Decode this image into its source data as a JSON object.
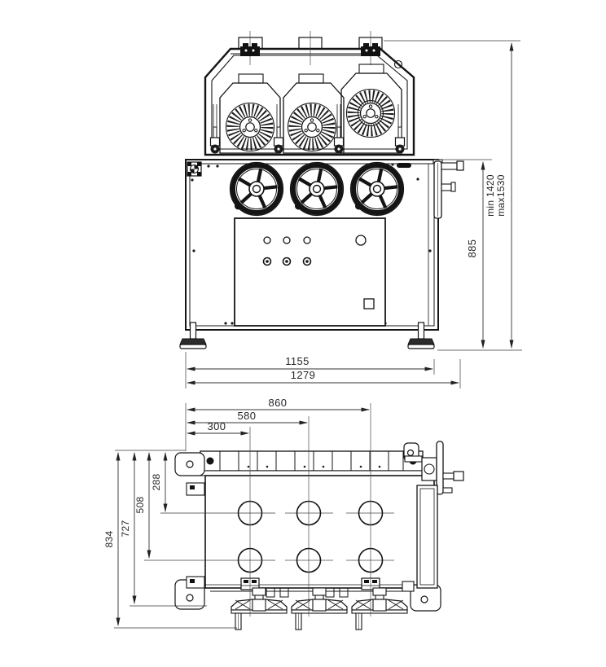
{
  "colors": {
    "line": "#141414",
    "dimension": "#333333",
    "text": "#26262b",
    "background": "#ffffff"
  },
  "front_view": {
    "dimensions": {
      "width_inner": "1155",
      "width_overall": "1279",
      "height_frame": "885",
      "height_min": "min 1420",
      "height_max": "max1530"
    }
  },
  "plan_view": {
    "dimensions": {
      "center_1": "300",
      "center_2": "580",
      "center_3": "860",
      "row_1": "288",
      "row_2": "508",
      "depth_frame": "727",
      "depth_overall": "834"
    }
  }
}
